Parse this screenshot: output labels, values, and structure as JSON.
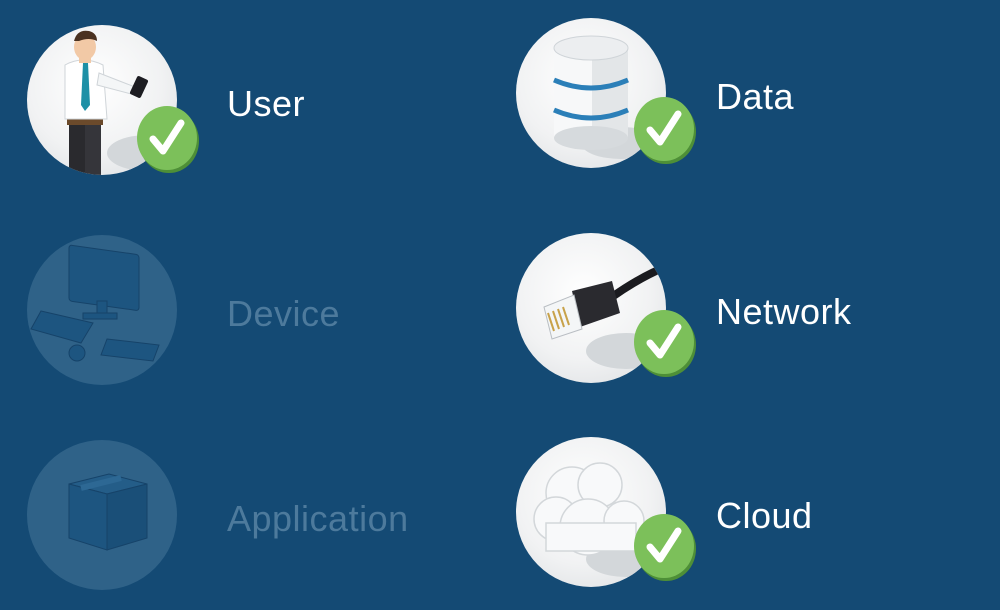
{
  "items": [
    {
      "label": "User",
      "status": "checked"
    },
    {
      "label": "Data",
      "status": "checked"
    },
    {
      "label": "Device",
      "status": "inactive"
    },
    {
      "label": "Network",
      "status": "checked"
    },
    {
      "label": "Application",
      "status": "inactive"
    },
    {
      "label": "Cloud",
      "status": "checked"
    }
  ],
  "icons": [
    "user-icon",
    "database-icon",
    "device-icon",
    "network-cable-icon",
    "application-box-icon",
    "cloud-icon",
    "checkmark-icon"
  ],
  "colors": {
    "background": "#144a74",
    "active_label": "#ffffff",
    "inactive_label": "#4d7a9c",
    "check_green": "#7cc05a",
    "inactive_circle": "#2f6288"
  }
}
